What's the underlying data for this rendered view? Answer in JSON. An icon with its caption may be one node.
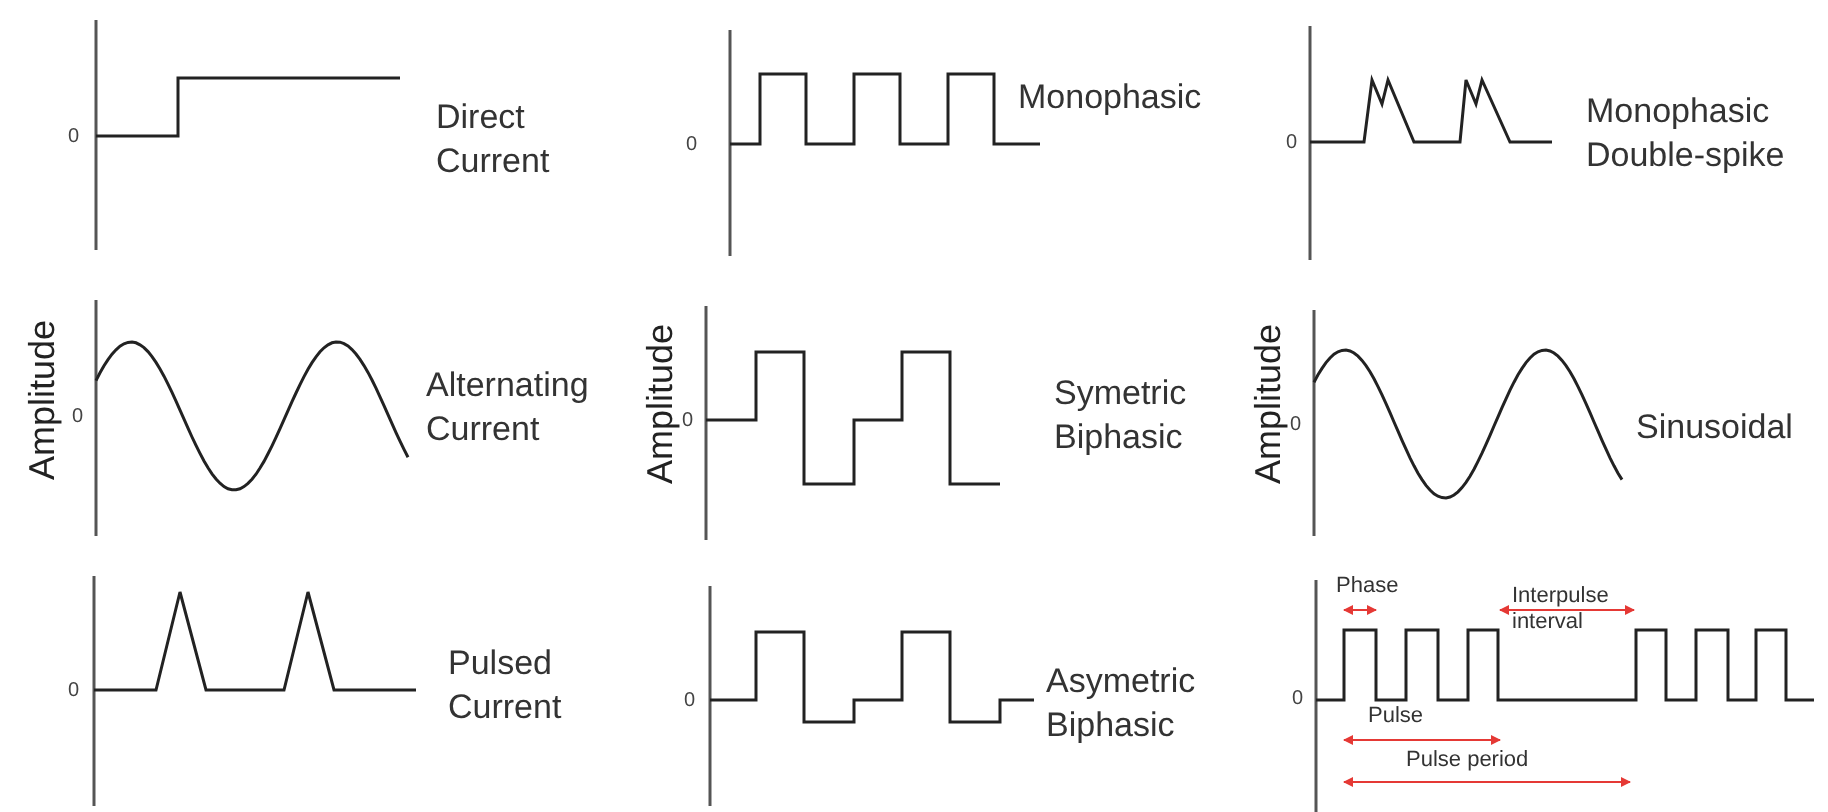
{
  "diagram": {
    "labels": [
      "0",
      "Direct Current",
      "0",
      "Monophasic",
      "0",
      "Monophasic Double-spike",
      "Amplitude",
      "0",
      "Alternating Current",
      "Amplitude",
      "0",
      "Symetric Biphasic",
      "Amplitude",
      "0",
      "Sinusoidal",
      "0",
      "Pulsed Current",
      "0",
      "Asymetric Biphasic",
      "Phase",
      "Interpulse interval",
      "0",
      "Pulse",
      "Pulse period"
    ]
  }
}
